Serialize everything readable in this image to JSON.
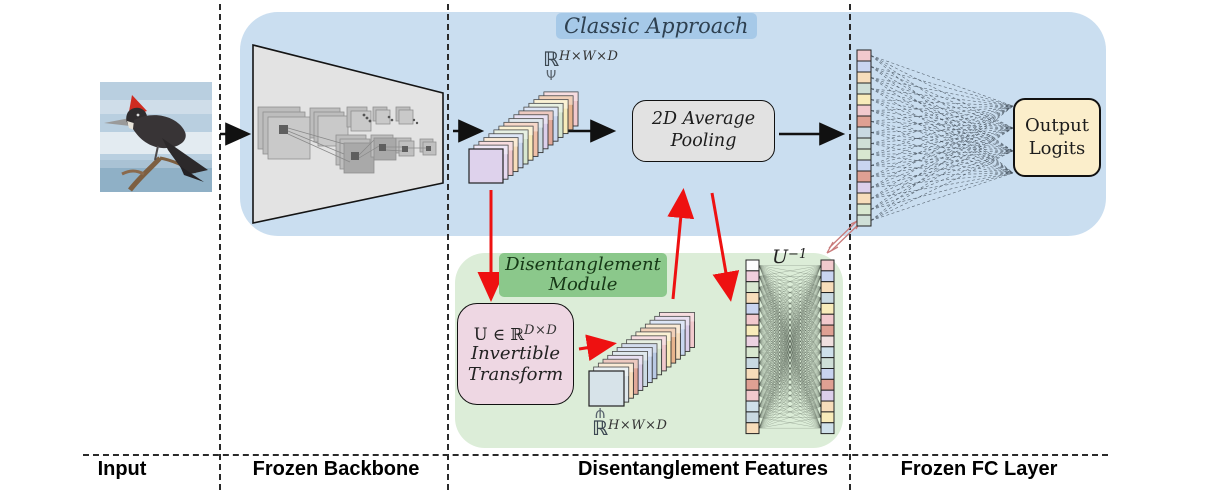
{
  "sections": {
    "input": {
      "label": "Input"
    },
    "backbone": {
      "label": "Frozen Backbone"
    },
    "disentanglement": {
      "label": "Disentanglement Features"
    },
    "fc": {
      "label": "Frozen FC Layer"
    }
  },
  "classic_branch": {
    "title": "Classic Approach",
    "feature_set": "ℝ",
    "feature_sup": "H×W×D",
    "map_symbol": "Ψ",
    "pooling_line1": "2D Average",
    "pooling_line2": "Pooling",
    "output_line1": "Output",
    "output_line2": "Logits"
  },
  "disentanglement_module": {
    "title_line1": "Disentanglement",
    "title_line2": "Module",
    "matrix_def": "U ∈ ℝ",
    "matrix_sup": "D×D",
    "transform_line1": "Invertible",
    "transform_line2": "Transform",
    "feature_set": "ℝ",
    "feature_sup": "H×W×D",
    "map_symbol": "Ψ",
    "inverse_base": "U",
    "inverse_sup": "−1"
  },
  "colors": {
    "classic_region": "#cadef0",
    "classic_highlight": "#a6c9e8",
    "module_region": "#dcedd8",
    "module_highlight": "#8bc88b",
    "pooling_box": "#e2e2e2",
    "output_box": "#fbeecb",
    "invertible_box": "#eed7e3",
    "red_arrow": "#ee1111",
    "pink_arrow": "#c97b7b",
    "backbone_fill": "#e3e3e3",
    "separator": "#2a2a2a"
  },
  "vector_cells": {
    "classic_front": "#ded2ec",
    "classic_stripes": [
      "#e6d9f0",
      "#f2c9cd",
      "#f7ddbb",
      "#c9d7f0",
      "#d8e7d0",
      "#f8ebba",
      "#f0c0a8",
      "#cbdae3",
      "#dccfeb",
      "#e2a899",
      "#c9d7f0",
      "#d8e7d0",
      "#f8ebba",
      "#e8b48d",
      "#f2c9cd"
    ],
    "disentangled_front": "#d7e3e9",
    "disentangled_stripes": [
      "#dfe8ec",
      "#f7ddbb",
      "#e2a899",
      "#dccfeb",
      "#cbdae3",
      "#c9d7f0",
      "#b9c9e4",
      "#d8e7d0",
      "#f2c9cd",
      "#f8ebba",
      "#e8b48d",
      "#f7ddbb",
      "#c9d7f0",
      "#dccfeb",
      "#f2c9cd"
    ],
    "fc_vector": [
      "#f2c9cd",
      "#c9d4f0",
      "#f7ddbb",
      "#cfdfd7",
      "#f8ebba",
      "#f2c9cd",
      "#dfa093",
      "#c9d9e2",
      "#cfdfd7",
      "#d8e7d0",
      "#c9d4f0",
      "#dfa093",
      "#dccfeb",
      "#f7ddbb",
      "#d8e7d0",
      "#cfdfd7"
    ],
    "u_left_column": [
      "#fdfdfd",
      "#f0cfdd",
      "#d8e7d0",
      "#f7ddbb",
      "#c9d4f0",
      "#f2c9cd",
      "#f8ebba",
      "#ecd2e2",
      "#d8e7d0",
      "#c9d9e2",
      "#f7ddbb",
      "#dfa093",
      "#f2c9cd",
      "#cfe0ea",
      "#c9d9e2",
      "#f7ddbb"
    ],
    "u_right_column": [
      "#f2c9cd",
      "#c9d4f0",
      "#f7ddbb",
      "#c9d9e2",
      "#f8ebba",
      "#f2c9cd",
      "#dfa093",
      "#f0dfdf",
      "#cfe0ea",
      "#cfdfd7",
      "#c9d4f0",
      "#dfa093",
      "#dccfeb",
      "#f7ddbb",
      "#f8ebba",
      "#cfe0ea"
    ]
  }
}
